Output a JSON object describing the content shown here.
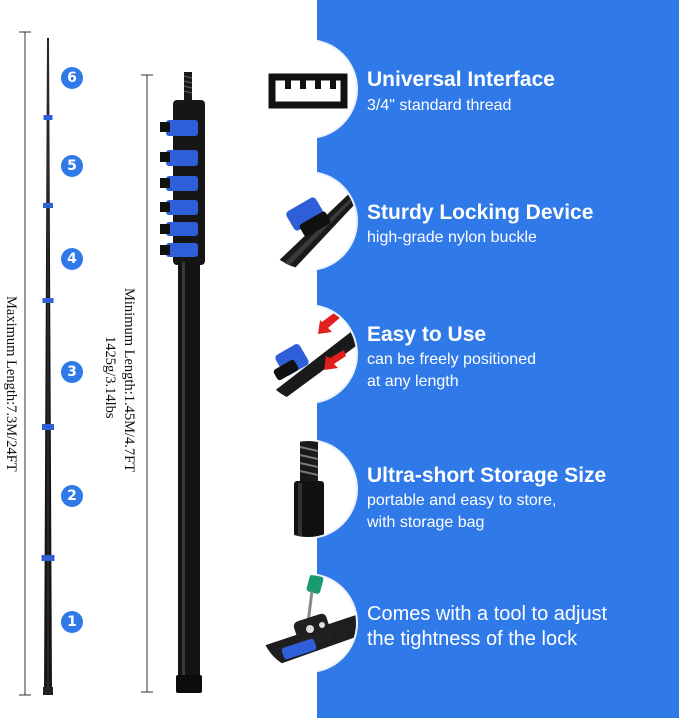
{
  "pole_sections": [
    "1",
    "2",
    "3",
    "4",
    "5",
    "6"
  ],
  "max_length_label": "Maximum Length:7.3M/24FT",
  "min_length_label": "Minimum Length:1.45M/4.7FT",
  "weight_label": "1425g/3.14lbs",
  "colors": {
    "accent_blue": "#2f79e8",
    "pole_black": "#151515",
    "clip_blue": "#2f5fd8",
    "arrow_red": "#e0201c"
  },
  "features": [
    {
      "title": "Universal Interface",
      "desc": [
        "3/4\" standard thread"
      ],
      "icon": "thread-ruler-icon"
    },
    {
      "title": "Sturdy Locking Device",
      "desc": [
        "high-grade nylon buckle"
      ],
      "icon": "locking-clamp-icon"
    },
    {
      "title": "Easy to Use",
      "desc": [
        "can be freely positioned",
        "at any length"
      ],
      "icon": "clamp-press-icon"
    },
    {
      "title": "Ultra-short Storage Size",
      "desc": [
        "portable and easy to store,",
        "with storage bag"
      ],
      "icon": "threaded-tip-icon"
    },
    {
      "title": "",
      "desc": [
        "Comes with a tool to adjust",
        "the tightness of the lock"
      ],
      "icon": "screwdriver-lock-icon"
    }
  ]
}
